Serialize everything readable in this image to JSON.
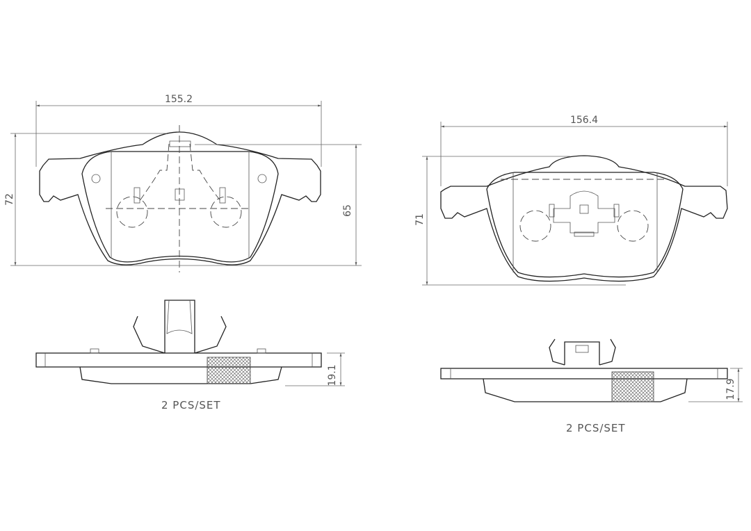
{
  "left_pad": {
    "width_dim": "155.2",
    "height_dim": "72",
    "inner_height_dim": "65",
    "thickness_dim": "19.1",
    "quantity_label": "2  PCS/SET"
  },
  "right_pad": {
    "width_dim": "156.4",
    "height_dim": "71",
    "thickness_dim": "17.9",
    "quantity_label": "2  PCS/SET"
  },
  "colors": {
    "line": "#222222",
    "dimension": "#666666",
    "text": "#555555"
  }
}
